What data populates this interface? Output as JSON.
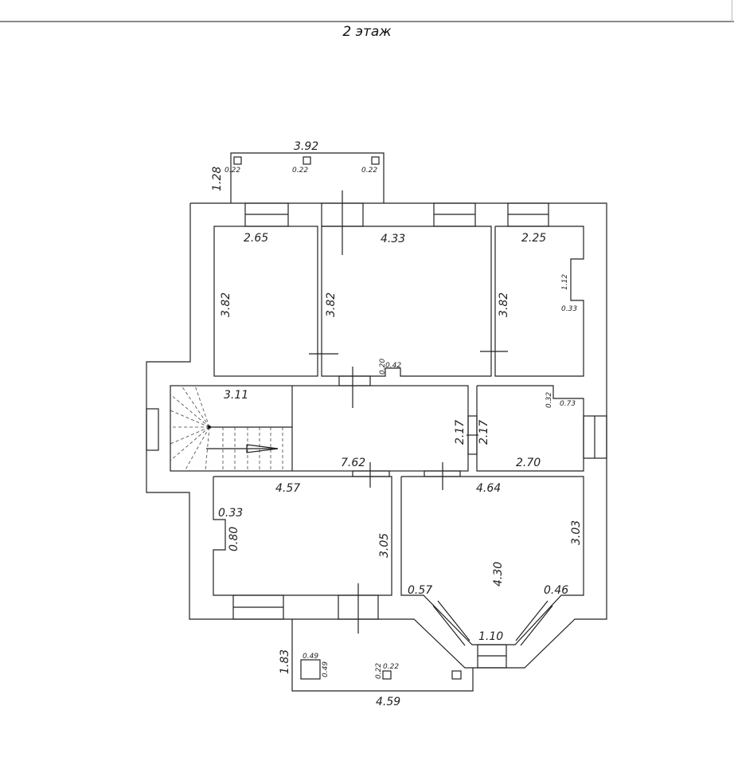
{
  "page": {
    "title": "2 этаж"
  },
  "dimensions": {
    "balcony_top_width": "3.92",
    "balcony_top_depth": "1.28",
    "vent_size": "0.22",
    "room1_width": "2.65",
    "room1_length": "3.82",
    "room2_width": "4.33",
    "room2_length": "3.82",
    "room3_width": "2.25",
    "room3_length": "3.82",
    "room3_niche_len": "1.12",
    "room3_niche_depth": "0.33",
    "room2_notch_depth": "0.20",
    "room2_notch_width": "0.42",
    "stair_width": "3.11",
    "hall_length": "7.62",
    "hall_depth": "2.17",
    "small_room_depth": "2.17",
    "small_room_width": "2.70",
    "small_room_notch_depth": "0.32",
    "small_room_notch_width": "0.73",
    "room4_width": "4.57",
    "room4_niche_depth": "0.33",
    "room4_niche_len": "0.80",
    "room4_length": "3.05",
    "room5_width": "4.64",
    "room5_side": "3.03",
    "room5_length": "4.30",
    "bay_left": "0.57",
    "bay_right": "0.46",
    "bay_front": "1.10",
    "balcony_bottom_depth": "1.83",
    "balcony_bottom_width": "4.59",
    "column_size": "0.49"
  }
}
